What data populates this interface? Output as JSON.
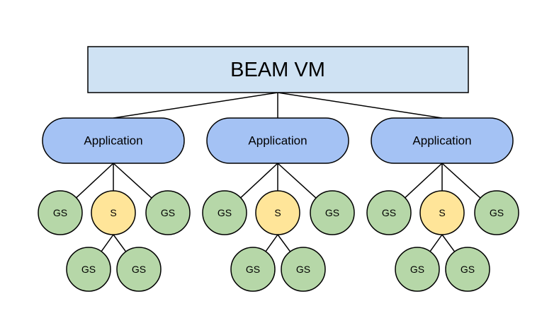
{
  "root": {
    "label": "BEAM VM",
    "color": "#cfe2f3"
  },
  "colors": {
    "application": "#a4c2f4",
    "gen_server": "#b6d7a8",
    "supervisor": "#ffe599",
    "stroke": "#000000"
  },
  "applications": [
    {
      "label": "Application",
      "top_children": [
        {
          "label": "GS",
          "kind": "gen_server"
        },
        {
          "label": "S",
          "kind": "supervisor"
        },
        {
          "label": "GS",
          "kind": "gen_server"
        }
      ],
      "supervisor_children": [
        {
          "label": "GS",
          "kind": "gen_server"
        },
        {
          "label": "GS",
          "kind": "gen_server"
        }
      ]
    },
    {
      "label": "Application",
      "top_children": [
        {
          "label": "GS",
          "kind": "gen_server"
        },
        {
          "label": "S",
          "kind": "supervisor"
        },
        {
          "label": "GS",
          "kind": "gen_server"
        }
      ],
      "supervisor_children": [
        {
          "label": "GS",
          "kind": "gen_server"
        },
        {
          "label": "GS",
          "kind": "gen_server"
        }
      ]
    },
    {
      "label": "Application",
      "top_children": [
        {
          "label": "GS",
          "kind": "gen_server"
        },
        {
          "label": "S",
          "kind": "supervisor"
        },
        {
          "label": "GS",
          "kind": "gen_server"
        }
      ],
      "supervisor_children": [
        {
          "label": "GS",
          "kind": "gen_server"
        },
        {
          "label": "GS",
          "kind": "gen_server"
        }
      ]
    }
  ]
}
